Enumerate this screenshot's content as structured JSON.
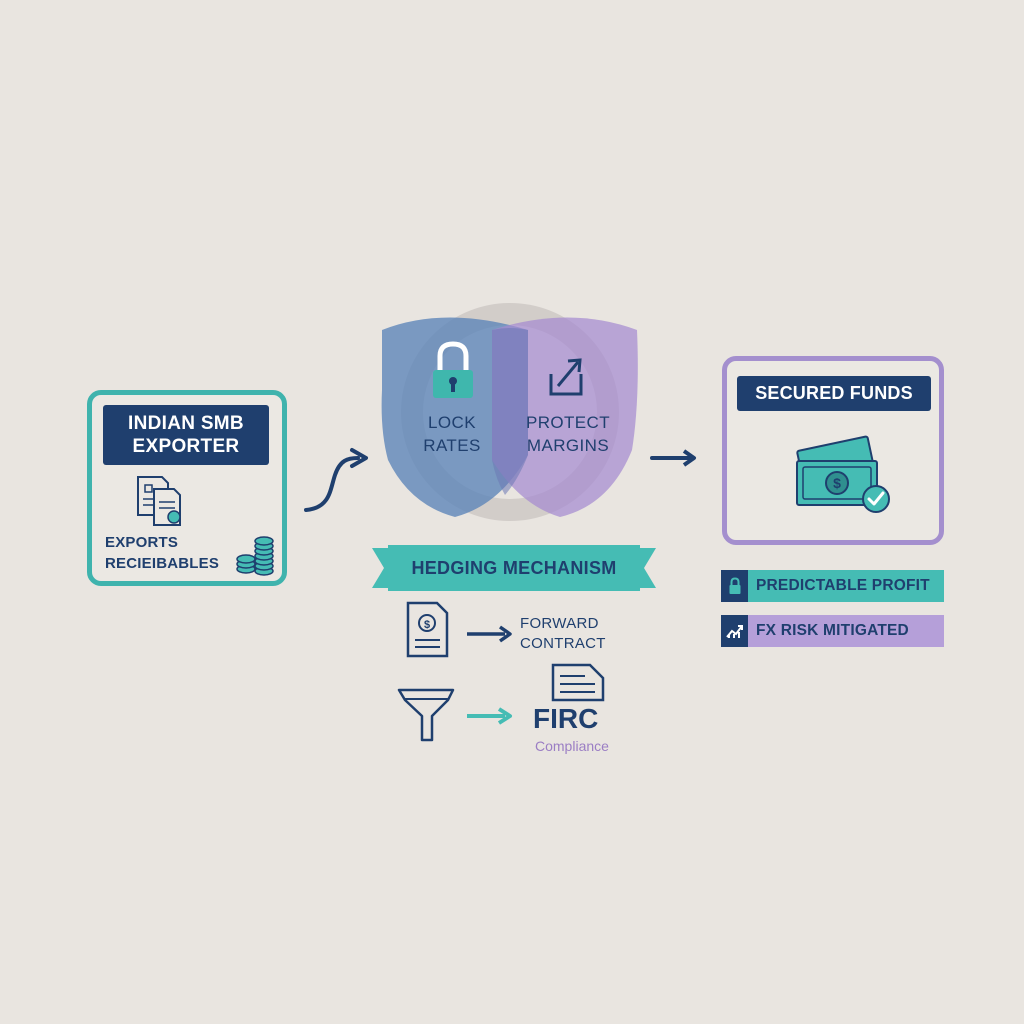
{
  "left_card": {
    "title": "INDIAN SMB\nEXPORTER",
    "caption": "EXPORTS\nRECIEIBABLES",
    "icons": [
      "documents-icon",
      "coin-stack-icon"
    ]
  },
  "shield": {
    "left_text": "LOCK\nRATES",
    "right_text": "PROTECT\nMARGINS",
    "icons": [
      "padlock-icon",
      "upload-arrow-icon"
    ]
  },
  "mechanism": {
    "banner": "HEDGING MECHANISM",
    "forward_label": "FORWARD\nCONTRACT",
    "firc_label": "FIRC",
    "compliance_label": "Compliance",
    "icons": [
      "dollar-document-icon",
      "funnel-icon",
      "document-icon"
    ]
  },
  "right_card": {
    "title": "SECURED FUNDS",
    "icon": "cash-check-icon"
  },
  "badges": [
    {
      "label": "PREDICTABLE PROFIT",
      "icon": "padlock-icon",
      "color": "#45bcb4"
    },
    {
      "label": "FX RISK MITIGATED",
      "icon": "chart-up-icon",
      "color": "#b59fd9"
    }
  ],
  "colors": {
    "navy": "#1f3f6e",
    "teal": "#45bcb4",
    "lavender": "#b59fd9",
    "background": "#e9e5e0"
  }
}
